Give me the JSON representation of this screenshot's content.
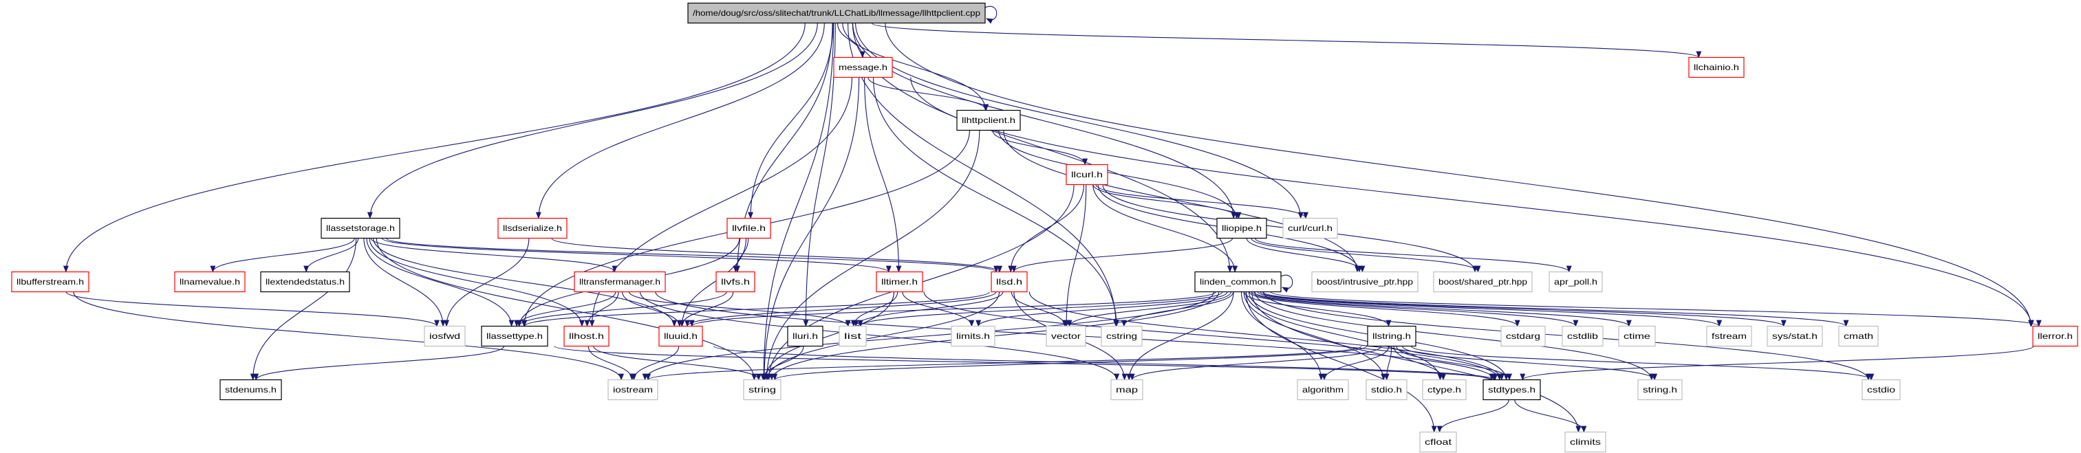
{
  "colors": {
    "edge": "#191970",
    "normal_border": "#000000",
    "undocumented_border": "#ff0000",
    "external_border": "#bfbfbf",
    "root_fill": "#bfbfbf"
  },
  "nodes": [
    {
      "id": "root",
      "label": "/home/doug/src/oss/slitechat/trunk/LLChatLib/llmessage/llhttpclient.cpp",
      "style": "root"
    },
    {
      "id": "message",
      "label": "message.h",
      "style": "red"
    },
    {
      "id": "llchainio",
      "label": "llchainio.h",
      "style": "red"
    },
    {
      "id": "llhttpclient",
      "label": "llhttpclient.h",
      "style": "black"
    },
    {
      "id": "llcurl",
      "label": "llcurl.h",
      "style": "red"
    },
    {
      "id": "llassetstorage",
      "label": "llassetstorage.h",
      "style": "black"
    },
    {
      "id": "llsdserialize",
      "label": "llsdserialize.h",
      "style": "red"
    },
    {
      "id": "llvfile",
      "label": "llvfile.h",
      "style": "red"
    },
    {
      "id": "lliopipe",
      "label": "lliopipe.h",
      "style": "black"
    },
    {
      "id": "curl",
      "label": "curl/curl.h",
      "style": "gray"
    },
    {
      "id": "llbufferstream",
      "label": "llbufferstream.h",
      "style": "red"
    },
    {
      "id": "llnamevalue",
      "label": "llnamevalue.h",
      "style": "red"
    },
    {
      "id": "llextendedstatus",
      "label": "llextendedstatus.h",
      "style": "black"
    },
    {
      "id": "lltransfermanager",
      "label": "lltransfermanager.h",
      "style": "red"
    },
    {
      "id": "llvfs",
      "label": "llvfs.h",
      "style": "red"
    },
    {
      "id": "lltimer",
      "label": "lltimer.h",
      "style": "red"
    },
    {
      "id": "llsd",
      "label": "llsd.h",
      "style": "red"
    },
    {
      "id": "linden_common",
      "label": "linden_common.h",
      "style": "black"
    },
    {
      "id": "intrusive",
      "label": "boost/intrusive_ptr.hpp",
      "style": "gray"
    },
    {
      "id": "shared",
      "label": "boost/shared_ptr.hpp",
      "style": "gray"
    },
    {
      "id": "apr_poll",
      "label": "apr_poll.h",
      "style": "gray"
    },
    {
      "id": "iosfwd",
      "label": "iosfwd",
      "style": "gray"
    },
    {
      "id": "llassettype",
      "label": "llassettype.h",
      "style": "black"
    },
    {
      "id": "llhost",
      "label": "llhost.h",
      "style": "red"
    },
    {
      "id": "lluuid",
      "label": "lluuid.h",
      "style": "red"
    },
    {
      "id": "lluri",
      "label": "lluri.h",
      "style": "black"
    },
    {
      "id": "list",
      "label": "list",
      "style": "gray"
    },
    {
      "id": "limits",
      "label": "limits.h",
      "style": "gray"
    },
    {
      "id": "vector",
      "label": "vector",
      "style": "gray"
    },
    {
      "id": "cstring",
      "label": "cstring",
      "style": "gray"
    },
    {
      "id": "llstring",
      "label": "llstring.h",
      "style": "black"
    },
    {
      "id": "cstdarg",
      "label": "cstdarg",
      "style": "gray"
    },
    {
      "id": "cstdlib",
      "label": "cstdlib",
      "style": "gray"
    },
    {
      "id": "ctime",
      "label": "ctime",
      "style": "gray"
    },
    {
      "id": "fstream",
      "label": "fstream",
      "style": "gray"
    },
    {
      "id": "sysstat",
      "label": "sys/stat.h",
      "style": "gray"
    },
    {
      "id": "cmath",
      "label": "cmath",
      "style": "gray"
    },
    {
      "id": "llerror",
      "label": "llerror.h",
      "style": "red"
    },
    {
      "id": "stdenums",
      "label": "stdenums.h",
      "style": "black"
    },
    {
      "id": "iostream",
      "label": "iostream",
      "style": "gray"
    },
    {
      "id": "string",
      "label": "string",
      "style": "gray"
    },
    {
      "id": "map",
      "label": "map",
      "style": "gray"
    },
    {
      "id": "algorithm",
      "label": "algorithm",
      "style": "gray"
    },
    {
      "id": "stdio",
      "label": "stdio.h",
      "style": "gray"
    },
    {
      "id": "ctype",
      "label": "ctype.h",
      "style": "gray"
    },
    {
      "id": "stdtypes",
      "label": "stdtypes.h",
      "style": "black"
    },
    {
      "id": "stringh",
      "label": "string.h",
      "style": "gray"
    },
    {
      "id": "cstdio",
      "label": "cstdio",
      "style": "gray"
    },
    {
      "id": "cfloat",
      "label": "cfloat",
      "style": "gray"
    },
    {
      "id": "climits",
      "label": "climits",
      "style": "gray"
    }
  ],
  "edges": [
    [
      "root",
      "root"
    ],
    [
      "root",
      "message"
    ],
    [
      "root",
      "llhttpclient"
    ],
    [
      "root",
      "llassetstorage"
    ],
    [
      "root",
      "llsdserialize"
    ],
    [
      "root",
      "llbufferstream"
    ],
    [
      "root",
      "llvfile"
    ],
    [
      "root",
      "lluri"
    ],
    [
      "root",
      "lliopipe"
    ],
    [
      "root",
      "curl"
    ],
    [
      "root",
      "llchainio"
    ],
    [
      "root",
      "llerror"
    ],
    [
      "root",
      "linden_common"
    ],
    [
      "root",
      "string"
    ],
    [
      "root",
      "llvfs"
    ],
    [
      "root",
      "cstring"
    ],
    [
      "message",
      "llhttpclient"
    ],
    [
      "message",
      "lltimer"
    ],
    [
      "message",
      "llerror"
    ],
    [
      "message",
      "llhost"
    ],
    [
      "message",
      "cstring"
    ],
    [
      "message",
      "string"
    ],
    [
      "llhttpclient",
      "llcurl"
    ],
    [
      "llhttpclient",
      "lliopipe"
    ],
    [
      "llhttpclient",
      "string"
    ],
    [
      "llhttpclient",
      "llassettype"
    ],
    [
      "llhttpclient",
      "intrusive"
    ],
    [
      "llcurl",
      "lliopipe"
    ],
    [
      "llcurl",
      "curl"
    ],
    [
      "llcurl",
      "llsd"
    ],
    [
      "llcurl",
      "linden_common"
    ],
    [
      "llcurl",
      "vector"
    ],
    [
      "llcurl",
      "string"
    ],
    [
      "llcurl",
      "intrusive"
    ],
    [
      "llcurl",
      "shared"
    ],
    [
      "lliopipe",
      "llsd"
    ],
    [
      "lliopipe",
      "intrusive"
    ],
    [
      "lliopipe",
      "shared"
    ],
    [
      "lliopipe",
      "apr_poll"
    ],
    [
      "llvfile",
      "llvfs"
    ],
    [
      "llvfile",
      "llassettype"
    ],
    [
      "llvfile",
      "lluuid"
    ],
    [
      "llvfs",
      "lluuid"
    ],
    [
      "llvfs",
      "llassettype"
    ],
    [
      "llassetstorage",
      "llnamevalue"
    ],
    [
      "llassetstorage",
      "llextendedstatus"
    ],
    [
      "llassetstorage",
      "lltransfermanager"
    ],
    [
      "llassetstorage",
      "llhost"
    ],
    [
      "llassetstorage",
      "llassettype"
    ],
    [
      "llassetstorage",
      "stdenums"
    ],
    [
      "llassetstorage",
      "string"
    ],
    [
      "llassetstorage",
      "lluuid"
    ],
    [
      "llassetstorage",
      "lltimer"
    ],
    [
      "llassetstorage",
      "llsd"
    ],
    [
      "llassetstorage",
      "iosfwd"
    ],
    [
      "llsdserialize",
      "iosfwd"
    ],
    [
      "llsdserialize",
      "llsd"
    ],
    [
      "llbufferstream",
      "iosfwd"
    ],
    [
      "llbufferstream",
      "iostream"
    ],
    [
      "lltransfermanager",
      "llassettype"
    ],
    [
      "lltransfermanager",
      "llhost"
    ],
    [
      "lltransfermanager",
      "lluuid"
    ],
    [
      "lltransfermanager",
      "map"
    ],
    [
      "lltransfermanager",
      "list"
    ],
    [
      "lltransfermanager",
      "stdtypes"
    ],
    [
      "lltimer",
      "list"
    ],
    [
      "lltimer",
      "limits"
    ],
    [
      "lltimer",
      "string"
    ],
    [
      "lltimer",
      "stdtypes"
    ],
    [
      "llsd",
      "vector"
    ],
    [
      "llsd",
      "map"
    ],
    [
      "llsd",
      "string"
    ],
    [
      "llsd",
      "lluuid"
    ],
    [
      "llsd",
      "list"
    ],
    [
      "llsd",
      "llassettype"
    ],
    [
      "llsd",
      "stdtypes"
    ],
    [
      "linden_common",
      "linden_common"
    ],
    [
      "linden_common",
      "cstring"
    ],
    [
      "linden_common",
      "limits"
    ],
    [
      "linden_common",
      "list"
    ],
    [
      "linden_common",
      "vector"
    ],
    [
      "linden_common",
      "map"
    ],
    [
      "linden_common",
      "string"
    ],
    [
      "linden_common",
      "llstring"
    ],
    [
      "linden_common",
      "algorithm"
    ],
    [
      "linden_common",
      "cstdarg"
    ],
    [
      "linden_common",
      "cstdlib"
    ],
    [
      "linden_common",
      "ctime"
    ],
    [
      "linden_common",
      "fstream"
    ],
    [
      "linden_common",
      "sysstat"
    ],
    [
      "linden_common",
      "cmath"
    ],
    [
      "linden_common",
      "llerror"
    ],
    [
      "linden_common",
      "stdtypes"
    ],
    [
      "linden_common",
      "ctype"
    ],
    [
      "linden_common",
      "cstdio"
    ],
    [
      "linden_common",
      "stringh"
    ],
    [
      "linden_common",
      "cfloat"
    ],
    [
      "linden_common",
      "climits"
    ],
    [
      "linden_common",
      "stdio"
    ],
    [
      "linden_common",
      "iostream"
    ],
    [
      "linden_common",
      "lluuid"
    ],
    [
      "llstring",
      "stdtypes"
    ],
    [
      "llstring",
      "ctype"
    ],
    [
      "llstring",
      "stdio"
    ],
    [
      "llstring",
      "stringh"
    ],
    [
      "llstring",
      "cstdio"
    ],
    [
      "llstring",
      "algorithm"
    ],
    [
      "llstring",
      "map"
    ],
    [
      "llstring",
      "string"
    ],
    [
      "llstring",
      "iostream"
    ],
    [
      "llassettype",
      "stdenums"
    ],
    [
      "llassettype",
      "stdtypes"
    ],
    [
      "llhost",
      "iostream"
    ],
    [
      "llhost",
      "string"
    ],
    [
      "lluuid",
      "iostream"
    ],
    [
      "lluuid",
      "stdtypes"
    ],
    [
      "lluri",
      "string"
    ],
    [
      "llerror",
      "stdtypes"
    ],
    [
      "stdtypes",
      "cfloat"
    ],
    [
      "stdtypes",
      "climits"
    ]
  ]
}
